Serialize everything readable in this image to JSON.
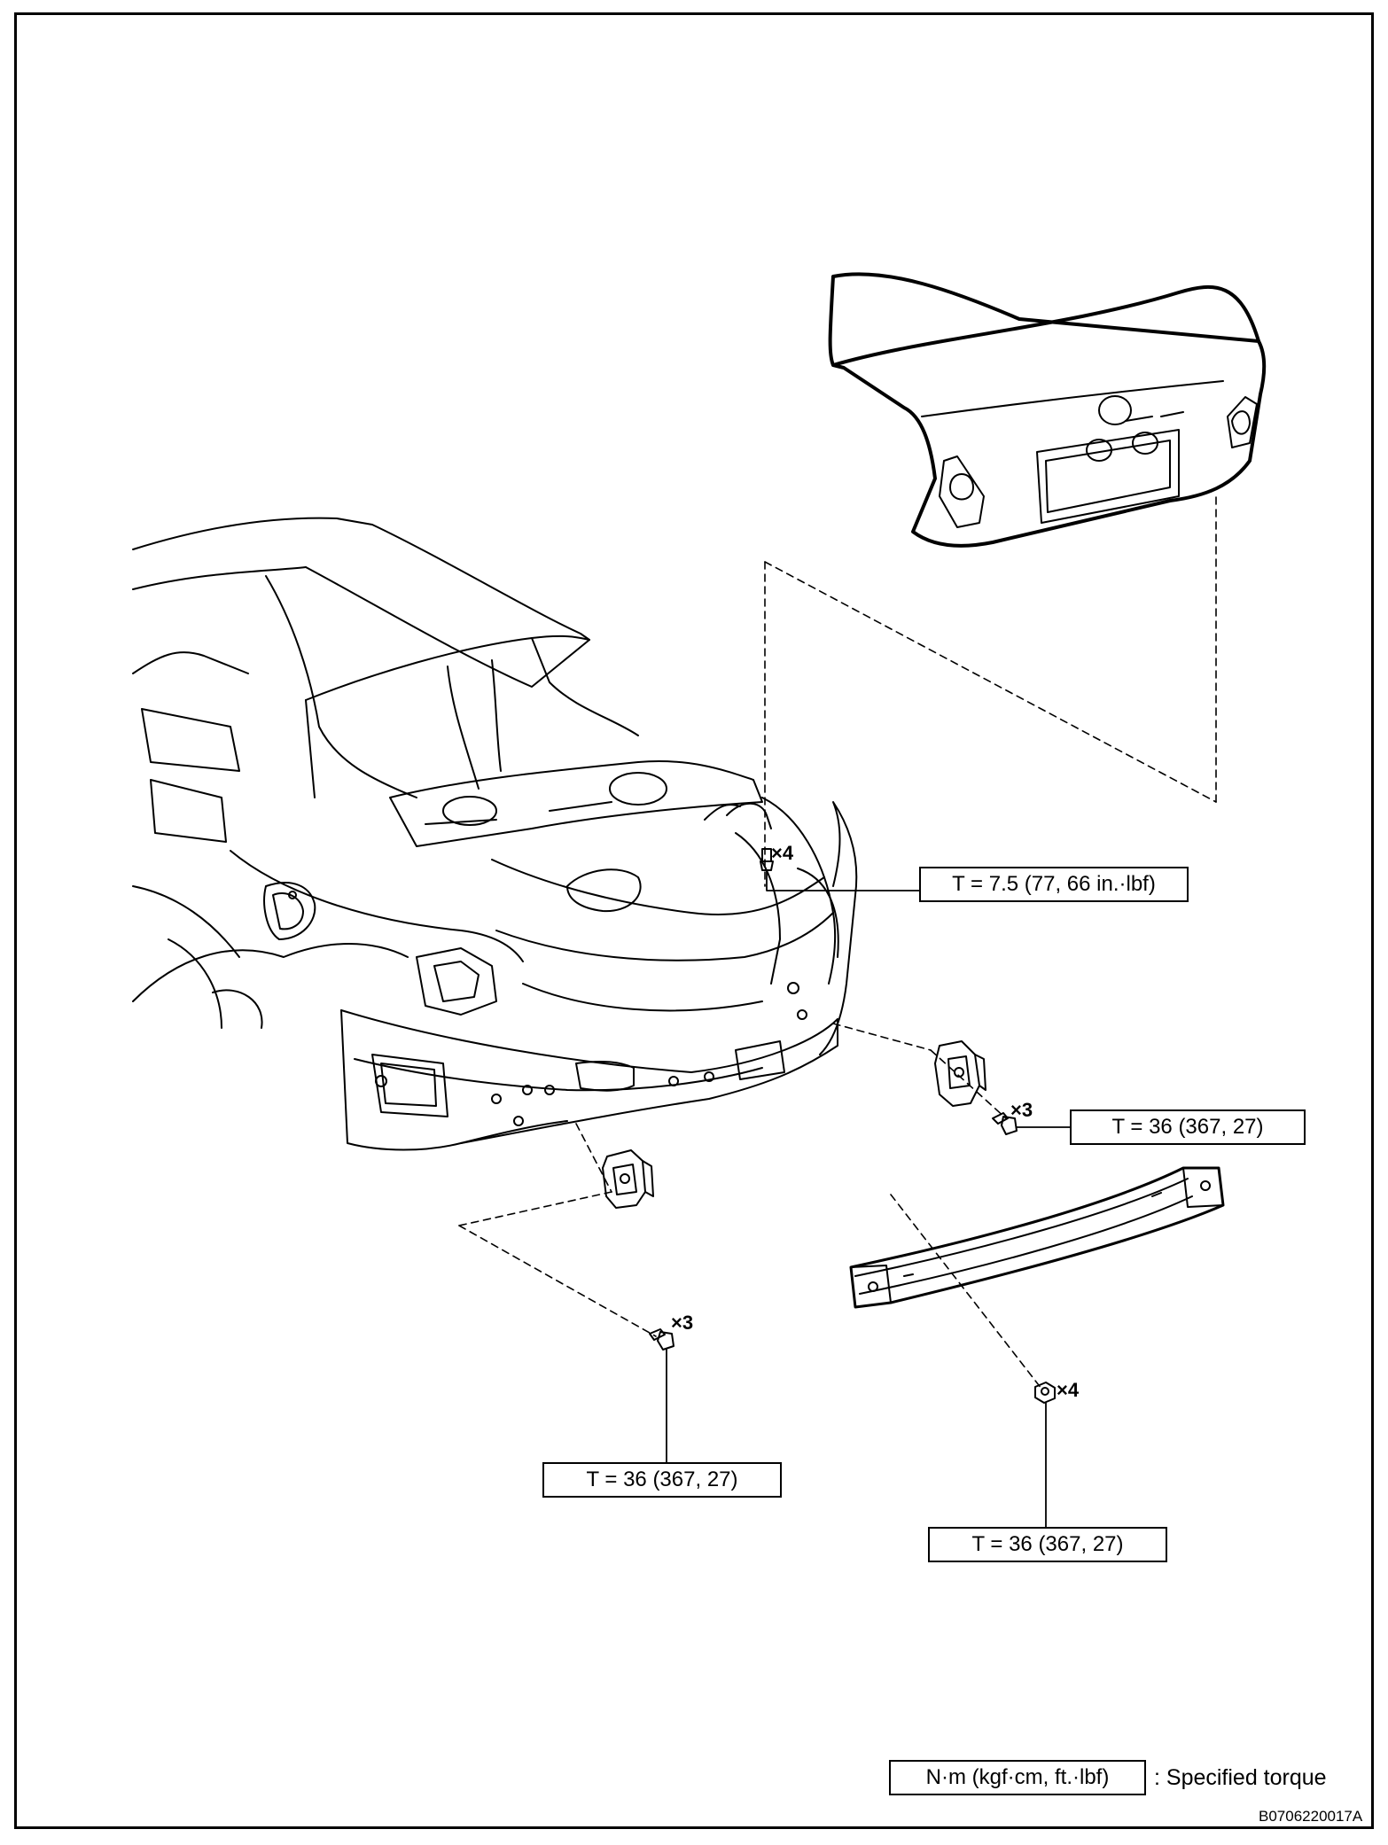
{
  "torque_callouts": [
    {
      "id": "trunk-lid-bolts",
      "text": "T = 7.5 (77, 66 in.·lbf)",
      "quantity": "×4"
    },
    {
      "id": "right-bracket-bolts",
      "text": "T = 36 (367, 27)",
      "quantity": "×3"
    },
    {
      "id": "left-bracket-bolts",
      "text": "T = 36 (367, 27)",
      "quantity": "×3"
    },
    {
      "id": "reinforcement-nuts",
      "text": "T = 36 (367, 27)",
      "quantity": "×4"
    }
  ],
  "legend": {
    "unit": "N·m (kgf·cm, ft.·lbf)",
    "description": ": Specified torque"
  },
  "figure_code": "B0706220017A"
}
